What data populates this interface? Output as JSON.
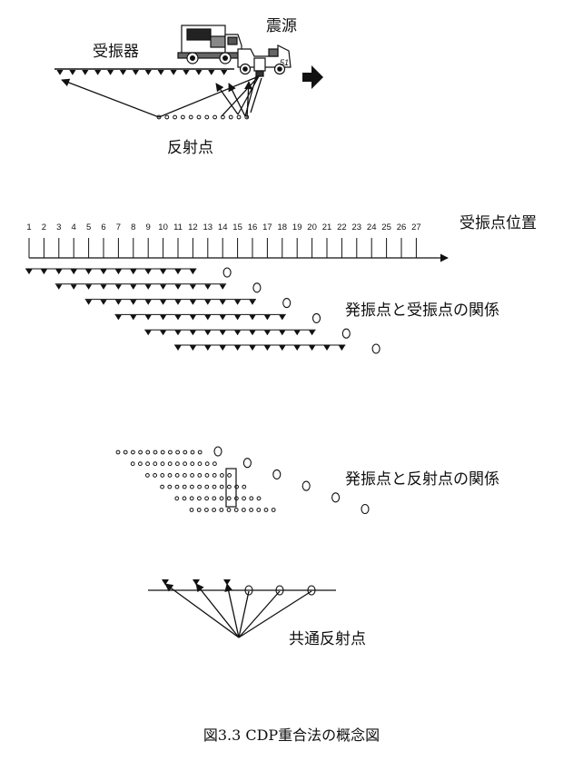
{
  "labels": {
    "receivers": "受振器",
    "source": "震源",
    "reflection_points": "反射点",
    "receiver_positions": "受振点位置",
    "shot_receiver_relation": "発振点と受振点の関係",
    "shot_reflection_relation": "発振点と反射点の関係",
    "common_reflection_point": "共通反射点"
  },
  "position_numbers": [
    "1",
    "2",
    "3",
    "4",
    "5",
    "6",
    "7",
    "8",
    "9",
    "10",
    "11",
    "12",
    "13",
    "14",
    "15",
    "16",
    "17",
    "18",
    "19",
    "20",
    "21",
    "22",
    "23",
    "24",
    "25",
    "26",
    "27"
  ],
  "caption": "図3.3 CDP重合法の概念図",
  "colors": {
    "ink": "#111111"
  },
  "icons": [
    "source-truck-icon",
    "vibrator-truck-icon",
    "direction-arrow-icon"
  ]
}
